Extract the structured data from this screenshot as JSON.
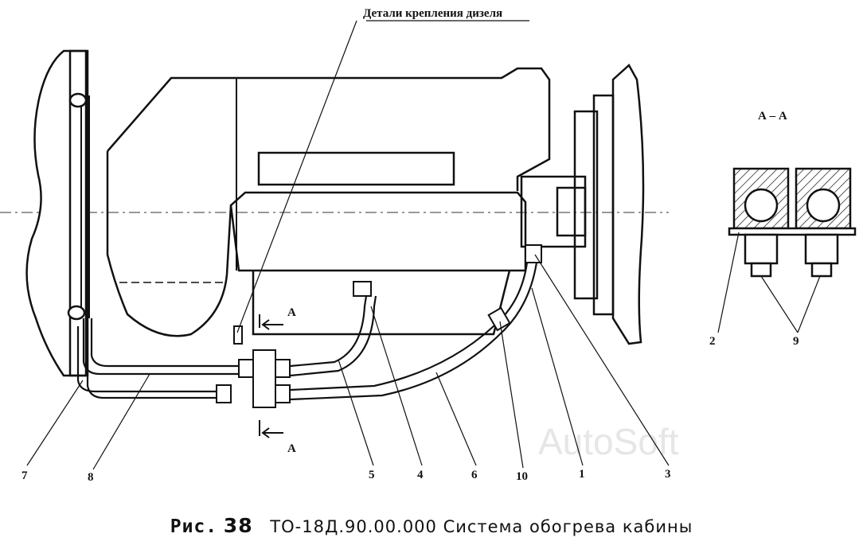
{
  "top_label": "Детали крепления дизеля",
  "section_title": "А – А",
  "section_markers": [
    "А",
    "А"
  ],
  "part_numbers": [
    "7",
    "8",
    "5",
    "4",
    "6",
    "10",
    "1",
    "3"
  ],
  "section_part_numbers": [
    "2",
    "9"
  ],
  "watermark": "AutoSoft",
  "caption": {
    "fig_prefix": "Рис.",
    "fig_number": "38",
    "text": "ТО-18Д.90.00.000 Система обогрева кабины"
  }
}
